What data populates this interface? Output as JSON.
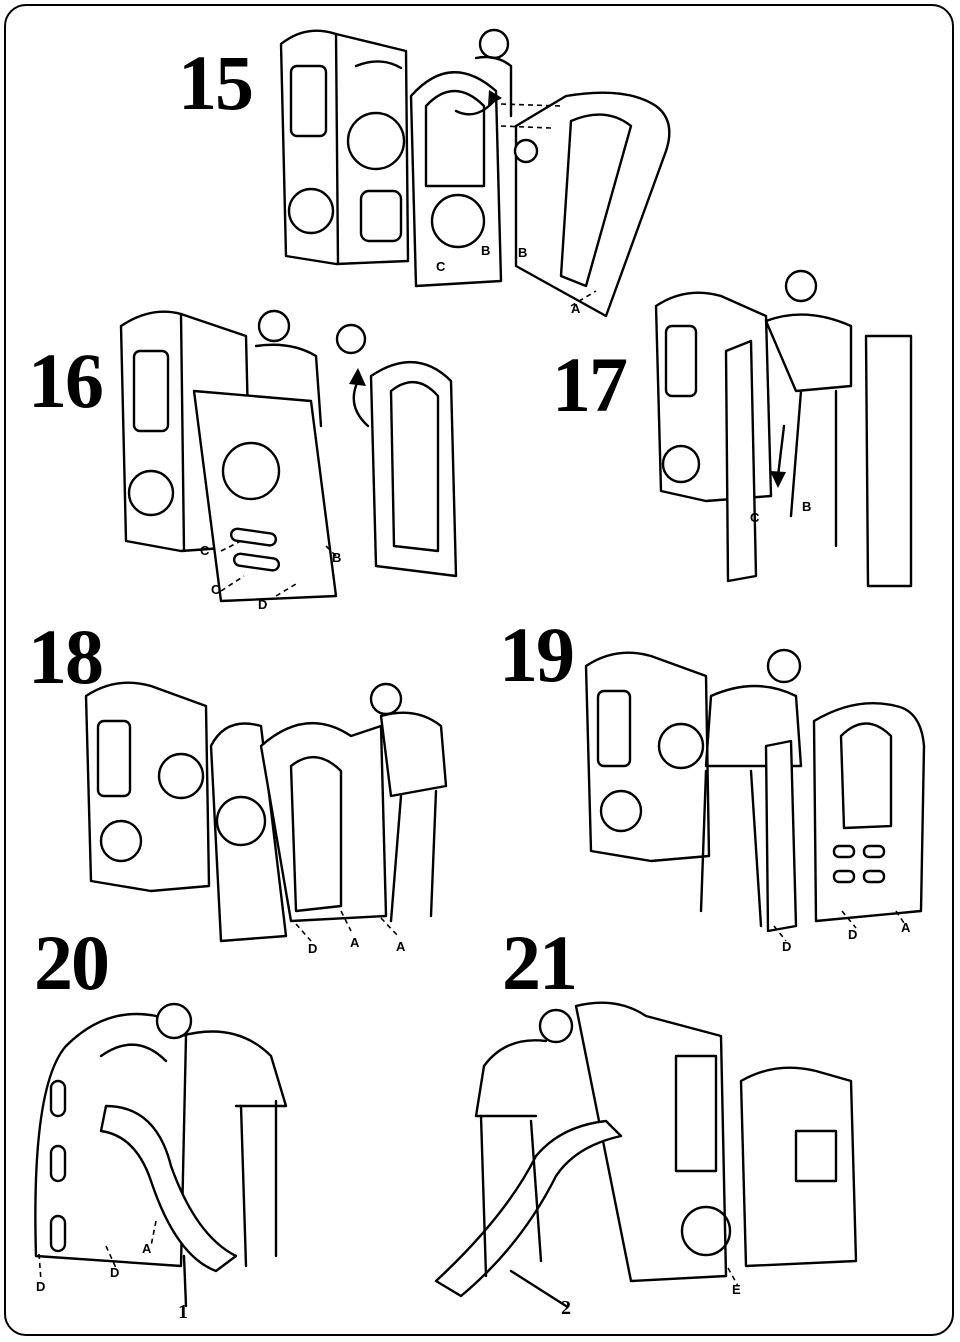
{
  "steps": [
    {
      "number": "15",
      "labels": [
        "A",
        "B",
        "B",
        "C"
      ]
    },
    {
      "number": "16",
      "labels": [
        "B",
        "C",
        "C",
        "D"
      ]
    },
    {
      "number": "17",
      "labels": [
        "C",
        "B"
      ]
    },
    {
      "number": "18",
      "labels": [
        "D",
        "A",
        "A"
      ]
    },
    {
      "number": "19",
      "labels": [
        "D",
        "D",
        "A"
      ]
    },
    {
      "number": "20",
      "labels": [
        "A",
        "D",
        "D"
      ],
      "callout": "1"
    },
    {
      "number": "21",
      "labels": [
        "E"
      ],
      "callout": "2"
    }
  ],
  "icons": {
    "rotate_arrow": "curved-arrow-icon",
    "lift_arrow": "up-arrow-icon",
    "push_arrow": "down-arrow-icon"
  },
  "colors": {
    "ink": "#000000",
    "paper": "#ffffff"
  }
}
